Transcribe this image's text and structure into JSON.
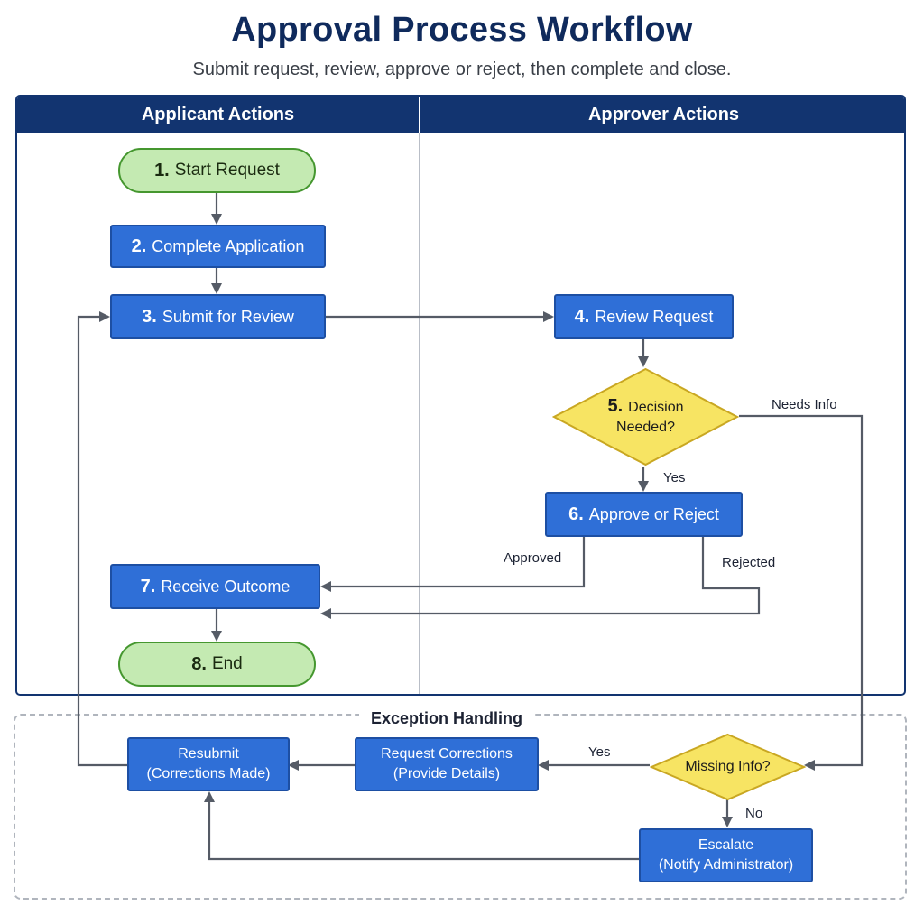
{
  "header": {
    "title": "Approval Process Workflow",
    "subtitle": "Submit request, review, approve or reject, then complete and close."
  },
  "lanes": {
    "applicant": "Applicant Actions",
    "approver": "Approver Actions"
  },
  "exception_section": {
    "title": "Exception Handling"
  },
  "nodes": {
    "start": {
      "num": "1.",
      "label": "Start Request"
    },
    "complete": {
      "num": "2.",
      "label": "Complete Application"
    },
    "submit": {
      "num": "3.",
      "label": "Submit for Review"
    },
    "review": {
      "num": "4.",
      "label": "Review Request"
    },
    "decision": {
      "num": "5.",
      "line1": "Decision",
      "line2": "Needed?"
    },
    "approve": {
      "num": "6.",
      "label": "Approve or Reject"
    },
    "receive": {
      "num": "7.",
      "label": "Receive Outcome"
    },
    "end": {
      "num": "8.",
      "label": "End"
    },
    "resubmit": {
      "line1": "Resubmit",
      "line2": "(Corrections Made)"
    },
    "corrections": {
      "line1": "Request Corrections",
      "line2": "(Provide Details)"
    },
    "missing": {
      "label": "Missing Info?"
    },
    "escalate": {
      "line1": "Escalate",
      "line2": "(Notify Administrator)"
    }
  },
  "edge_labels": {
    "needs_info": "Needs Info",
    "decision_yes": "Yes",
    "approved": "Approved",
    "rejected": "Rejected",
    "missing_yes": "Yes",
    "missing_no": "No"
  },
  "colors": {
    "navy": "#123470",
    "process_fill": "#2f6fd7",
    "terminal_fill": "#c4eab2",
    "decision_fill": "#f7e463",
    "arrow": "#555b66"
  }
}
